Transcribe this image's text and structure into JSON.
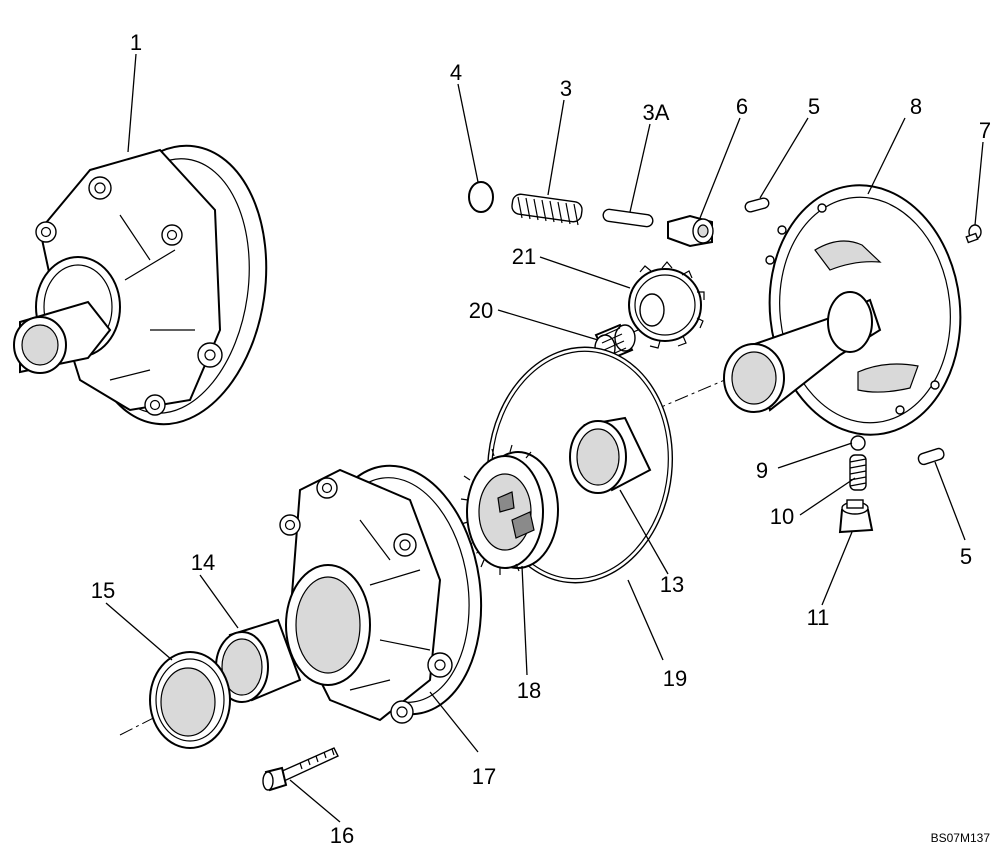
{
  "reference_code": "BS07M137",
  "callouts": [
    {
      "id": "c1",
      "label": "1"
    },
    {
      "id": "c4",
      "label": "4"
    },
    {
      "id": "c3",
      "label": "3"
    },
    {
      "id": "c3a",
      "label": "3A"
    },
    {
      "id": "c6",
      "label": "6"
    },
    {
      "id": "c5a",
      "label": "5"
    },
    {
      "id": "c8",
      "label": "8"
    },
    {
      "id": "c7",
      "label": "7"
    },
    {
      "id": "c21",
      "label": "21"
    },
    {
      "id": "c20",
      "label": "20"
    },
    {
      "id": "c9",
      "label": "9"
    },
    {
      "id": "c10",
      "label": "10"
    },
    {
      "id": "c5b",
      "label": "5"
    },
    {
      "id": "c11",
      "label": "11"
    },
    {
      "id": "c13",
      "label": "13"
    },
    {
      "id": "c19",
      "label": "19"
    },
    {
      "id": "c18",
      "label": "18"
    },
    {
      "id": "c14",
      "label": "14"
    },
    {
      "id": "c15",
      "label": "15"
    },
    {
      "id": "c17",
      "label": "17"
    },
    {
      "id": "c16",
      "label": "16"
    }
  ]
}
